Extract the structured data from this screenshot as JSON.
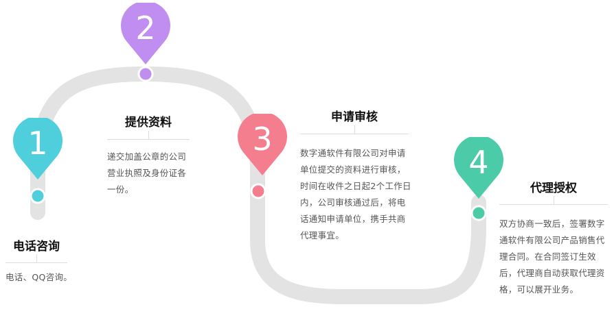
{
  "steps": [
    {
      "number": "1",
      "color": "#4fcfdb",
      "title": "电话咨询",
      "desc": "电话、QQ咨询。"
    },
    {
      "number": "2",
      "color": "#c08ef0",
      "title": "提供资料",
      "desc": "递交加盖公章的公司营业执照及身份证各一份。"
    },
    {
      "number": "3",
      "color": "#f47e8e",
      "title": "申请审核",
      "desc": "数字通软件有限公司对申请单位提交的资料进行审核，时间在收件之日起2个工作日内，公司审核通过后，将电话通知申请单位，携手共商代理事宜。"
    },
    {
      "number": "4",
      "color": "#4ccba8",
      "title": "代理授权",
      "desc": "双方协商一致后，签署数字通软件有限公司产品销售代理合同。在合同签订生效后，代理商自动获取代理资格，可以展开业务。"
    }
  ],
  "track_color": "#e3e3e3"
}
